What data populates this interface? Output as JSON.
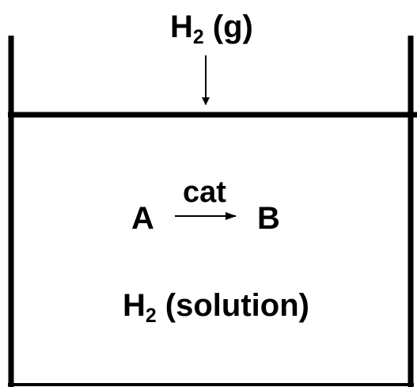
{
  "diagram": {
    "gas_phase": {
      "species": "H",
      "subscript": "2",
      "phase": " (g)"
    },
    "reaction": {
      "reactant": "A",
      "catalyst": "cat",
      "product": "B"
    },
    "solution_phase": {
      "species": "H",
      "subscript": "2",
      "phase": " (solution)"
    },
    "colors": {
      "stroke": "#000000",
      "background": "#ffffff"
    }
  }
}
